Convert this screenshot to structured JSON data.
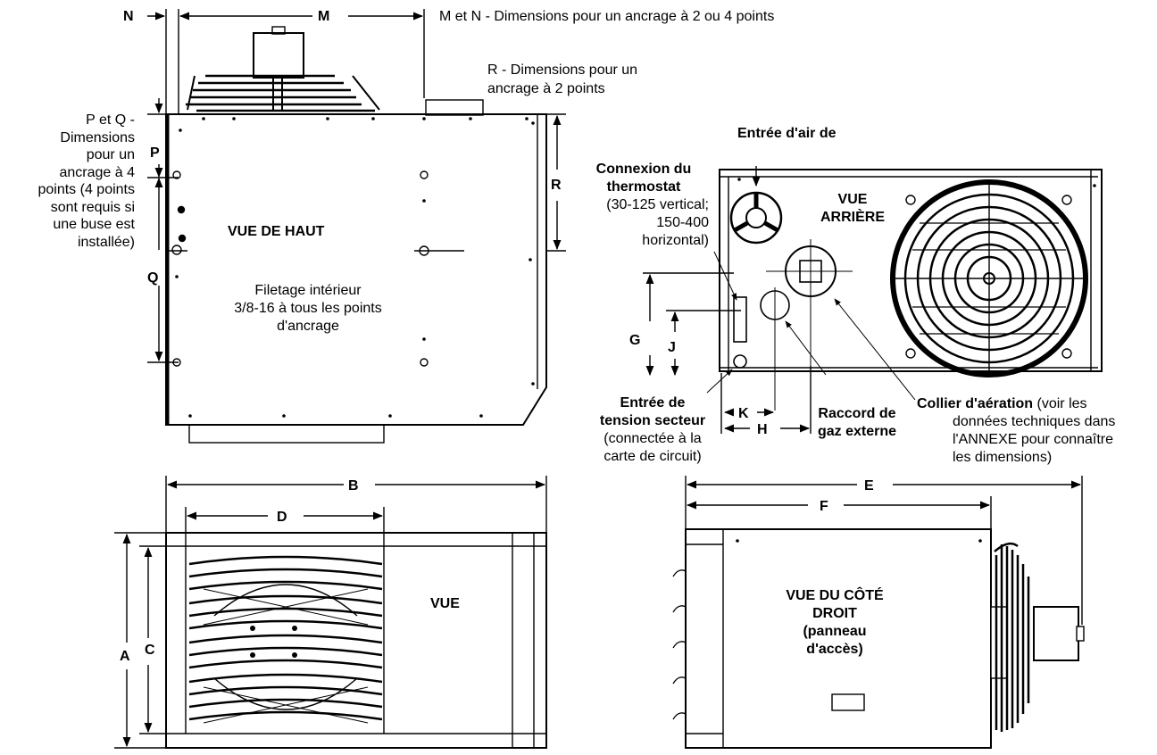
{
  "labels": {
    "N": "N",
    "M": "M",
    "mn_note": "M et N - Dimensions pour un ancrage à 2 ou 4 points",
    "r_note_1": "R - Dimensions pour un",
    "r_note_2": "ancrage à 2 points",
    "pq_note": [
      "P et Q -",
      "Dimensions",
      "pour un",
      "ancrage à 4",
      "points (4 points",
      "sont requis si",
      "une buse est",
      "installée)"
    ],
    "P": "P",
    "Q": "Q",
    "R": "R",
    "top_view": "VUE DE HAUT",
    "thread_note": [
      "Filetage intérieur",
      "3/8-16 à tous les points",
      "d'ancrage"
    ],
    "air_inlet": "Entrée d'air de",
    "thermostat_bold": [
      "Connexion du",
      "thermostat"
    ],
    "thermostat_note": [
      "(30-125 vertical;",
      "150-400",
      "horizontal)"
    ],
    "rear_view": [
      "VUE",
      "ARRIÈRE"
    ],
    "G": "G",
    "J": "J",
    "K": "K",
    "H": "H",
    "power_bold": [
      "Entrée de",
      "tension secteur"
    ],
    "power_note": [
      "(connectée à la",
      "carte de circuit)"
    ],
    "gas_bold": [
      "Raccord de",
      "gaz externe"
    ],
    "collar_bold": "Collier d'aération",
    "collar_note_1": " (voir les",
    "collar_note": [
      "données techniques dans",
      "l'ANNEXE pour connaître",
      "les dimensions)"
    ],
    "B": "B",
    "D": "D",
    "A": "A",
    "C": "C",
    "front_view": "VUE",
    "E": "E",
    "F": "F",
    "side_view": [
      "VUE DU CÔTÉ",
      "DROIT",
      "(panneau",
      "d'accès)"
    ]
  }
}
